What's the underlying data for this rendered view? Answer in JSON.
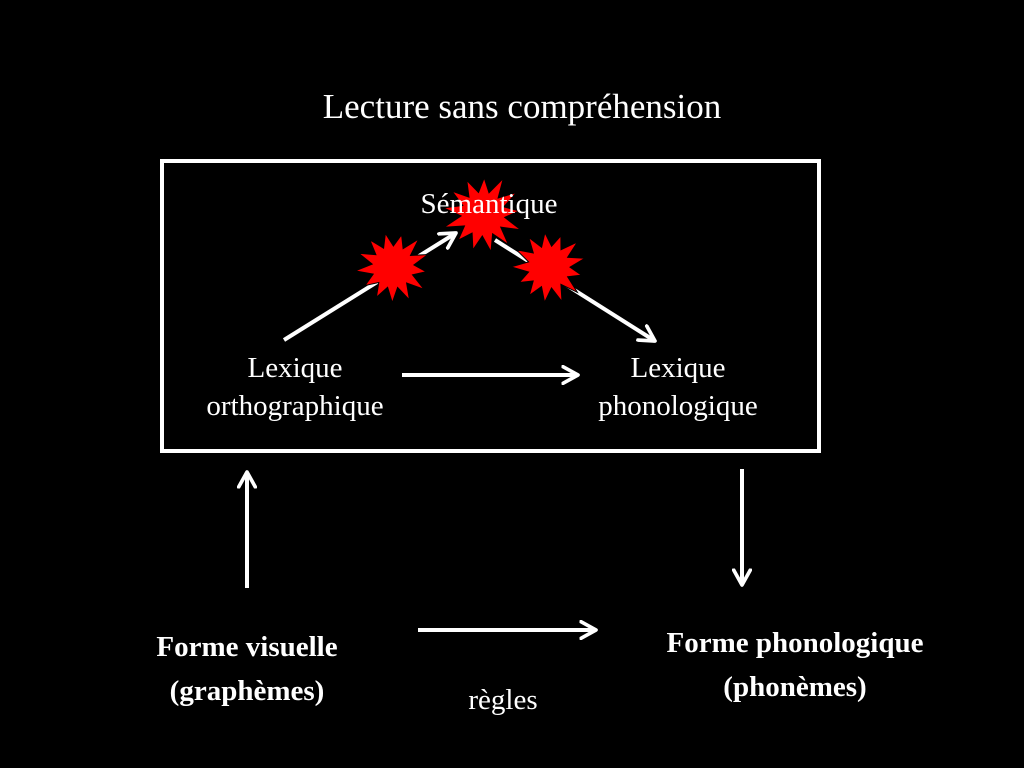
{
  "title": "Lecture sans compréhension",
  "nodes": {
    "semantic": "Sémantique",
    "lexique_orthographique": [
      "Lexique",
      "orthographique"
    ],
    "lexique_phonologique": [
      "Lexique",
      "phonologique"
    ],
    "forme_visuelle": [
      "Forme visuelle",
      "(graphèmes)"
    ],
    "forme_phonologique": [
      "Forme phonologique",
      "(phonèmes)"
    ]
  },
  "edge_labels": {
    "regles": "règles"
  },
  "colors": {
    "background": "#000000",
    "foreground": "#ffffff",
    "disruption": "#ff0000"
  },
  "disruption_markers": [
    "red-burst-icon",
    "red-burst-icon",
    "red-burst-icon"
  ]
}
